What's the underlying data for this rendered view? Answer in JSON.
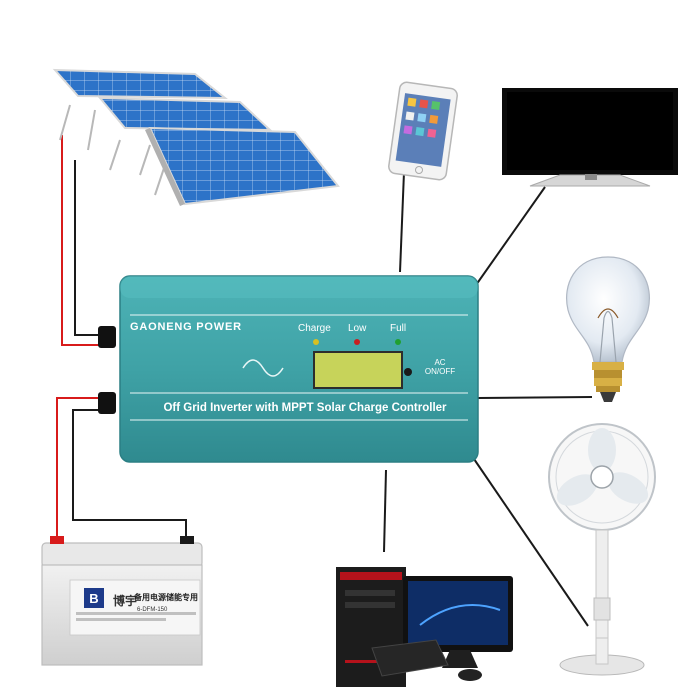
{
  "inverter": {
    "brand": "GAONENG POWER",
    "leds": {
      "charge": "Charge",
      "low": "Low",
      "full": "Full"
    },
    "ac_button": {
      "line1": "AC",
      "line2": "ON/OFF"
    },
    "product_name": "Off Grid Inverter with MPPT Solar Charge Controller"
  },
  "battery": {
    "brand": "博宇",
    "title": "备用电源储能专用",
    "model": "6-DFM-150"
  },
  "colors": {
    "inverter_body": "#3fa7aa",
    "lcd": "#c7d35a",
    "led_charge": "#d8c020",
    "led_low": "#c82020",
    "led_full": "#20a030",
    "wire_red": "#d81b1b",
    "wire_black": "#1a1a1a",
    "solar_cell": "#2d73c8"
  },
  "icons": [
    "solar-panel-icon",
    "smartphone-icon",
    "tv-icon",
    "light-bulb-icon",
    "fan-icon",
    "desktop-computer-icon",
    "battery-icon",
    "sine-wave-icon"
  ]
}
